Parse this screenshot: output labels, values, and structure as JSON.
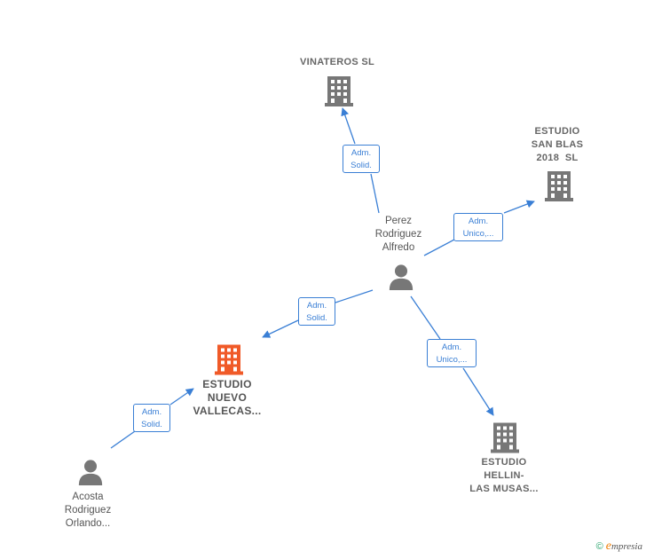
{
  "nodes": {
    "vinateros": {
      "lines": [
        "VINATEROS SL"
      ],
      "icon": "building-icon",
      "color": "#777777"
    },
    "sanblas": {
      "lines": [
        "ESTUDIO",
        "SAN BLAS",
        "2018  SL"
      ],
      "icon": "building-icon",
      "color": "#777777"
    },
    "perez": {
      "lines": [
        "Perez",
        "Rodriguez",
        "Alfredo"
      ],
      "icon": "person-icon",
      "color": "#777777"
    },
    "vallecas": {
      "lines": [
        "ESTUDIO",
        "NUEVO",
        "VALLECAS..."
      ],
      "icon": "building-icon",
      "color": "#f05a28"
    },
    "hellin": {
      "lines": [
        "ESTUDIO",
        "HELLIN-",
        "LAS MUSAS..."
      ],
      "icon": "building-icon",
      "color": "#777777"
    },
    "acosta": {
      "lines": [
        "Acosta",
        "Rodriguez",
        "Orlando..."
      ],
      "icon": "person-icon",
      "color": "#777777"
    }
  },
  "edges": {
    "perez_vinateros": [
      "Adm.",
      "Solid."
    ],
    "perez_sanblas": [
      "Adm.",
      "Unico,..."
    ],
    "perez_vallecas": [
      "Adm.",
      "Solid."
    ],
    "perez_hellin": [
      "Adm.",
      "Unico,..."
    ],
    "acosta_vallecas": [
      "Adm.",
      "Solid."
    ]
  },
  "colors": {
    "edge": "#3a7fd5",
    "focus": "#f05a28",
    "node": "#777777"
  },
  "footer": {
    "copyright": "©",
    "brand_first": "e",
    "brand_rest": "mpresia"
  }
}
